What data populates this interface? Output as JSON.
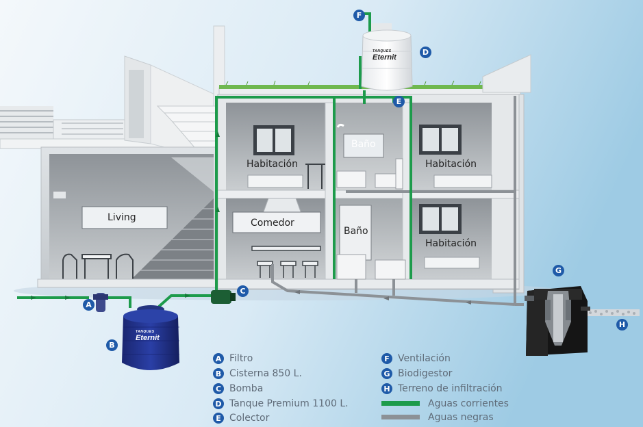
{
  "colors": {
    "background_light": "#eaf3fa",
    "background_blue": "#a9cfe6",
    "clean_water": "#1d9b4b",
    "sewage": "#8c9196",
    "badge": "#1f5aa8",
    "legend_text": "#5f6b78",
    "cistern": "#1d2f8a",
    "tank": "#ffffff",
    "biodigestor": "#1a1a1a",
    "grass": "#6fb84f"
  },
  "rooms": {
    "living": "Living",
    "comedor": "Comedor",
    "habitacion_upper_left": "Habitación",
    "bano_upper": "Baño",
    "habitacion_upper_right": "Habitación",
    "bano_lower": "Baño",
    "habitacion_lower_right": "Habitación"
  },
  "brand": {
    "tank_small": "TANQUES",
    "tank_name": "Eternit",
    "cistern_small": "TANQUES",
    "cistern_name": "Eternit"
  },
  "markers": [
    "A",
    "B",
    "C",
    "D",
    "E",
    "F",
    "G",
    "H"
  ],
  "legend": {
    "items_left": [
      {
        "letter": "A",
        "label": "Filtro"
      },
      {
        "letter": "B",
        "label": "Cisterna 850 L."
      },
      {
        "letter": "C",
        "label": "Bomba"
      },
      {
        "letter": "D",
        "label": "Tanque Premium 1100 L."
      },
      {
        "letter": "E",
        "label": "Colector"
      }
    ],
    "items_right": [
      {
        "letter": "F",
        "label": "Ventilación"
      },
      {
        "letter": "G",
        "label": "Biodigestor"
      },
      {
        "letter": "H",
        "label": "Terreno de infiltración"
      }
    ],
    "lines": [
      {
        "label": "Aguas corrientes",
        "color": "#1d9b4b"
      },
      {
        "label": "Aguas negras",
        "color": "#8c9196"
      }
    ]
  }
}
